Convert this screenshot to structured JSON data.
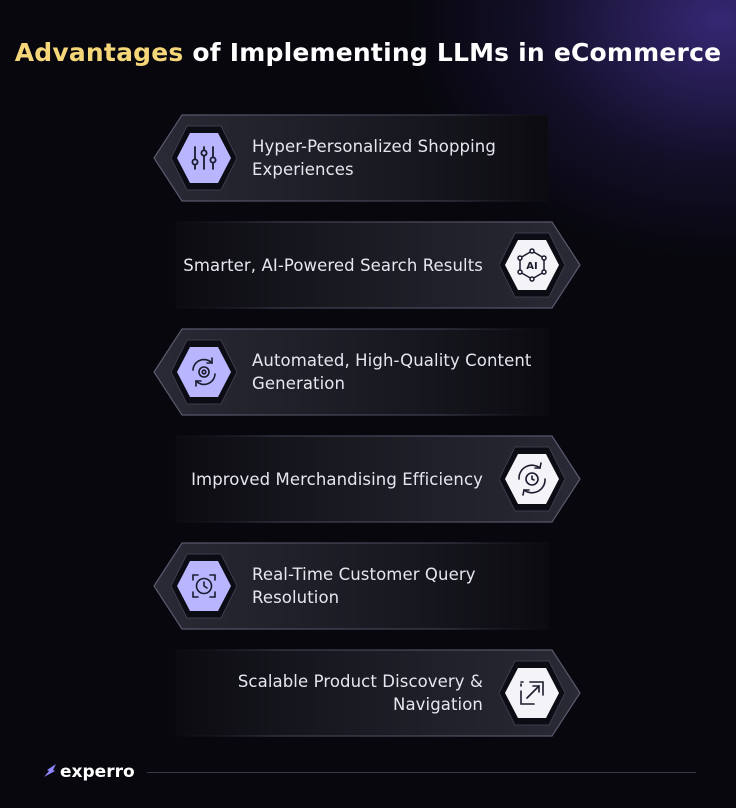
{
  "title": {
    "highlight": "Advantages",
    "rest": " of Implementing LLMs in eCommerce",
    "highlight_color": "#f5d77a"
  },
  "items": [
    {
      "label": "Hyper-Personalized Shopping Experiences",
      "icon": "sliders-icon",
      "side": "left"
    },
    {
      "label": "Smarter, AI-Powered Search Results",
      "icon": "ai-chip-icon",
      "side": "right"
    },
    {
      "label": "Automated, High-Quality Content Generation",
      "icon": "gear-refresh-icon",
      "side": "left"
    },
    {
      "label": "Improved Merchandising Efficiency",
      "icon": "gear-arrows-icon",
      "side": "right"
    },
    {
      "label": "Real-Time Customer Query Resolution",
      "icon": "clock-icon",
      "side": "left"
    },
    {
      "label": "Scalable Product Discovery & Navigation",
      "icon": "expand-arrow-icon",
      "side": "right"
    }
  ],
  "brand": {
    "name": "experro"
  },
  "colors": {
    "background": "#07070d",
    "accent_purple": "#8f86ff",
    "icon_hex_fill": "#b9b6ff",
    "icon_hex_white": "#f4f4f8"
  }
}
